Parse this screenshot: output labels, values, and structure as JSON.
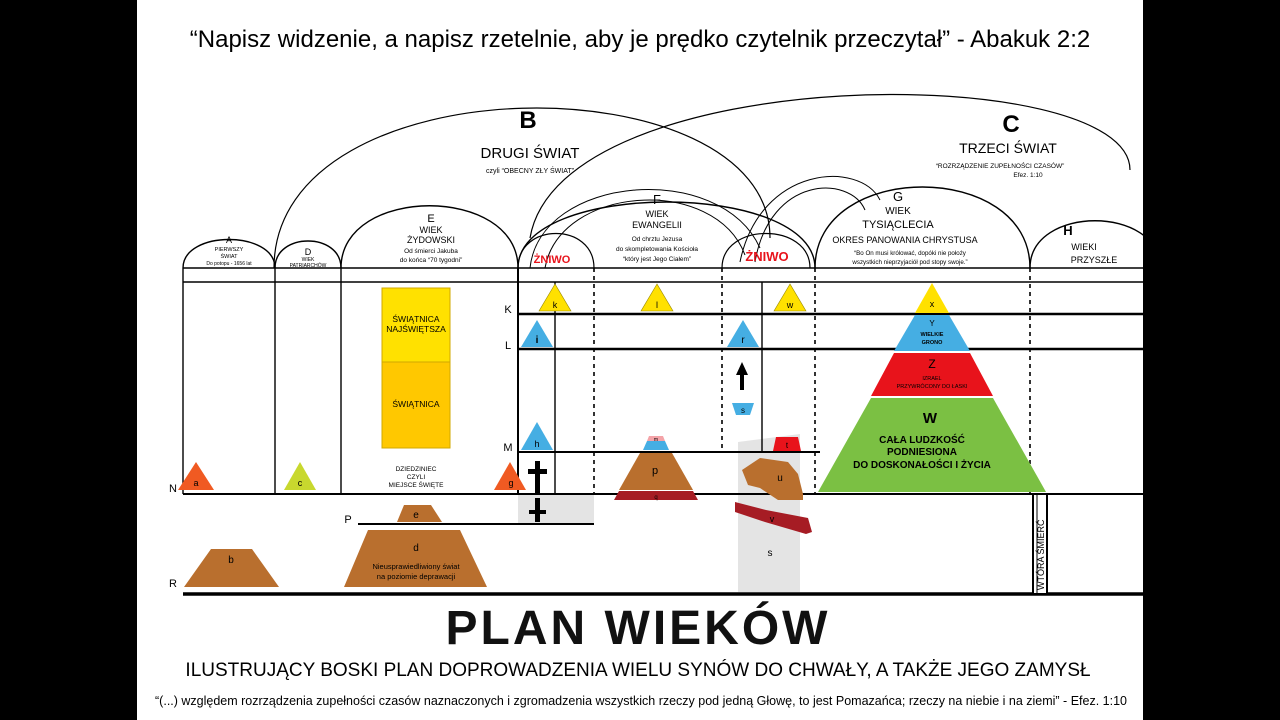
{
  "header": {
    "quote": "“Napisz widzenie, a napisz rzetelnie, aby je prędko czytelnik przeczytał” - Abakuk 2:2"
  },
  "worlds": {
    "b_letter": "B",
    "b_title": "DRUGI ŚWIAT",
    "b_sub": "czyli “OBECNY ZŁY ŚWIAT”",
    "c_letter": "C",
    "c_title": "TRZECI ŚWIAT",
    "c_sub": "“ROZRZĄDZENIE ZUPEŁNOŚCI CZASÓW”",
    "c_ref": "Efez. 1:10"
  },
  "ages": {
    "a_letter": "A",
    "a_l1": "PIERWSZY",
    "a_l2": "ŚWIAT",
    "a_l3": "Do potopu - 1656 lat",
    "d_letter": "D",
    "d_l1": "WIEK",
    "d_l2": "PATRIARCHÓW",
    "e_letter": "E",
    "e_l1": "WIEK",
    "e_l2": "ŻYDOWSKI",
    "e_l3": "Od śmierci Jakuba",
    "e_l4": "do końca “70 tygodni”",
    "f_letter": "F",
    "f_l1": "WIEK",
    "f_l2": "EWANGELII",
    "f_l3": "Od chrztu Jezusa",
    "f_l4": "do skompletowania Kościoła",
    "f_l5": "“który jest Jego Ciałem”",
    "g_letter": "G",
    "g_l1": "WIEK",
    "g_l2": "TYSIĄCLECIA",
    "g_l3": "OKRES PANOWANIA CHRYSTUSA",
    "g_l4": "“Bo On musi królować, dopóki nie położy",
    "g_l5": "wszystkich nieprzyjaciół pod stopy swoje.”",
    "h_letter": "H",
    "h_l1": "WIEKI",
    "h_l2": "PRZYSZŁE",
    "harvest1": "ŻNIWO",
    "harvest2": "ŻNIWO"
  },
  "levels": {
    "k": "K",
    "l": "L",
    "m": "M",
    "n": "N",
    "p": "P",
    "r": "R"
  },
  "tabernacle": {
    "holiest_l1": "ŚWIĄTNICA",
    "holiest_l2": "NAJŚWIĘTSZA",
    "holy": "ŚWIĄTNICA",
    "court_l1": "DZIEDZINIEC",
    "court_l2": "CZYLI",
    "court_l3": "MIEJSCE ŚWIĘTE"
  },
  "markers": {
    "a": "a",
    "b": "b",
    "c": "c",
    "d": "d",
    "d_l1": "Nieusprawiedliwiony świat",
    "d_l2": "na poziomie deprawacji",
    "e": "e",
    "g": "g",
    "h": "h",
    "i": "i",
    "k": "k",
    "l": "l",
    "m": "m",
    "p": "p",
    "q": "q",
    "r": "r",
    "s": "s",
    "t": "t",
    "u": "u",
    "v": "v",
    "w": "w",
    "s_big": "s"
  },
  "pyramid": {
    "x": "x",
    "y": "Y",
    "y_l1": "WIELKIE",
    "y_l2": "GRONO",
    "z": "Z",
    "z_l1": "IZRAEL",
    "z_l2": "PRZYWRÓCONY DO ŁASKI",
    "w": "W",
    "w_l1": "CAŁA LUDZKOŚĆ",
    "w_l2": "PODNIESIONA",
    "w_l3": "DO DOSKONAŁOŚCI I ŻYCIA"
  },
  "second_death": "WTÓRA ŚMIERĆ",
  "footer": {
    "title": "PLAN WIEKÓW",
    "subtitle": "ILUSTRUJĄCY BOSKI PLAN DOPROWADZENIA WIELU SYNÓW DO CHWAŁY, A TAKŻE JEGO ZAMYSŁ",
    "quote": "“(...) względem rozrządzenia zupełności czasów naznaczonych i zgromadzenia wszystkich rzeczy pod jedną Głowę, to jest Pomazańca; rzeczy na niebie i na ziemi” - Efez. 1:10"
  },
  "colors": {
    "orange": "#f05a22",
    "olive": "#c8d82e",
    "brown": "#b96f2e",
    "yellow": "#ffe100",
    "gold": "#ffc800",
    "cyan": "#45aee3",
    "red": "#e8131b",
    "green": "#7bc043",
    "pink": "#f4a3a8",
    "maroon": "#a61c24",
    "gray": "#e4e4e4"
  }
}
